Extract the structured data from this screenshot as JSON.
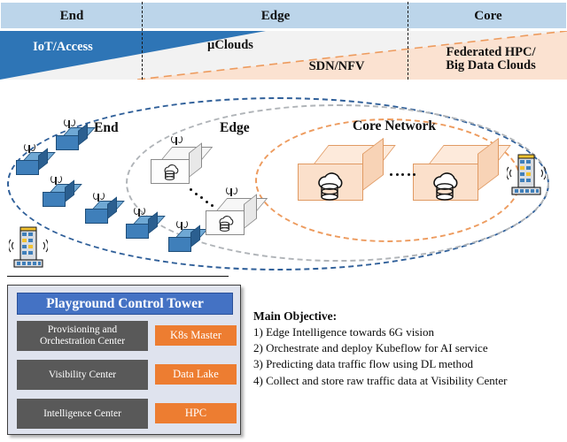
{
  "banner": {
    "tiers": [
      {
        "label": "End"
      },
      {
        "label": "Edge"
      },
      {
        "label": "Core"
      }
    ],
    "bands": [
      {
        "label": "IoT/Access"
      },
      {
        "label": "µClouds"
      },
      {
        "label": "SDN/NFV"
      },
      {
        "label": "Federated HPC/\nBig Data Clouds"
      }
    ],
    "colors": {
      "tier_bg": "#bcd5ea",
      "iot_blue": "#2e75b6",
      "band_bg": "#f2f2f2",
      "cloud_peach": "#fbe2d1",
      "peach_line": "#ed9b5e"
    }
  },
  "diagram": {
    "zones": [
      {
        "name": "end",
        "label": "End",
        "ring_color": "#2f5f99"
      },
      {
        "name": "edge",
        "label": "Edge",
        "ring_color": "#b0b4b8"
      },
      {
        "name": "core",
        "label": "Core Network",
        "ring_color": "#ed9b5e"
      }
    ],
    "end_devices": [
      {
        "id": "d1"
      },
      {
        "id": "d2"
      },
      {
        "id": "d3"
      },
      {
        "id": "d4"
      },
      {
        "id": "d5"
      },
      {
        "id": "d6"
      }
    ],
    "edge_nodes": [
      {
        "id": "e1"
      },
      {
        "id": "e2"
      }
    ],
    "core_nodes": [
      {
        "id": "c1"
      },
      {
        "id": "c2"
      }
    ],
    "towers": [
      {
        "id": "t-left"
      },
      {
        "id": "t-right"
      }
    ],
    "icons": {
      "device": "cube-icon",
      "antenna": "antenna-icon",
      "edge_node": "edge-server-box-icon",
      "core_node": "cloud-datacenter-box-icon",
      "cloud_db": "cloud-database-icon",
      "tower": "cell-tower-icon",
      "link": "dotted-link-icon"
    }
  },
  "panel": {
    "title": "Playground Control Tower",
    "rows": [
      {
        "name": "Provisioning and\nOrchestration Center",
        "badge": "K8s Master"
      },
      {
        "name": "Visibility Center",
        "badge": "Data Lake"
      },
      {
        "name": "Intelligence Center",
        "badge": "HPC"
      }
    ],
    "colors": {
      "title_bg": "#4472c4",
      "row_bg": "#595959",
      "badge_bg": "#ed7d31",
      "panel_bg": "#dfe3ee"
    }
  },
  "objectives": {
    "title": "Main Objective:",
    "items": [
      "1) Edge Intelligence towards 6G vision",
      "2) Orchestrate and deploy Kubeflow for AI service",
      "3) Predicting data traffic flow using DL method",
      "4) Collect and store raw traffic data at Visibility Center"
    ]
  }
}
